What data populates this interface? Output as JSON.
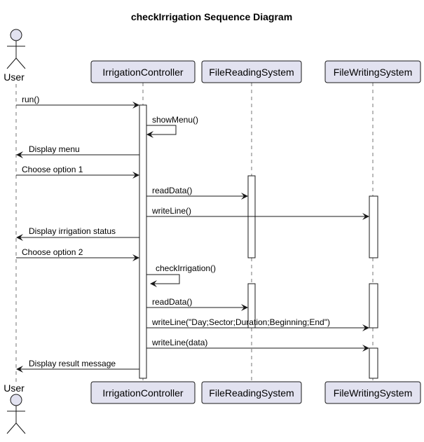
{
  "diagram": {
    "title": "checkIrrigation Sequence Diagram",
    "actor_label": "User",
    "participants": [
      {
        "id": "controller",
        "label": "IrrigationController"
      },
      {
        "id": "reader",
        "label": "FileReadingSystem"
      },
      {
        "id": "writer",
        "label": "FileWritingSystem"
      }
    ],
    "messages": [
      {
        "from": "user",
        "to": "controller",
        "label": "run()"
      },
      {
        "from": "controller",
        "to": "controller",
        "label": "showMenu()"
      },
      {
        "from": "controller",
        "to": "user",
        "label": "Display menu"
      },
      {
        "from": "user",
        "to": "controller",
        "label": "Choose option 1"
      },
      {
        "from": "controller",
        "to": "reader",
        "label": "readData()"
      },
      {
        "from": "controller",
        "to": "writer",
        "label": "writeLine()"
      },
      {
        "from": "controller",
        "to": "user",
        "label": "Display irrigation status"
      },
      {
        "from": "user",
        "to": "controller",
        "label": "Choose option 2"
      },
      {
        "from": "controller",
        "to": "controller",
        "label": "checkIrrigation()"
      },
      {
        "from": "controller",
        "to": "reader",
        "label": "readData()"
      },
      {
        "from": "controller",
        "to": "writer",
        "label": "writeLine(\"Day;Sector;Duration;Beginning;End\")"
      },
      {
        "from": "controller",
        "to": "writer",
        "label": "writeLine(data)"
      },
      {
        "from": "controller",
        "to": "user",
        "label": "Display result message"
      }
    ],
    "colors": {
      "participant_fill": "#e2e2f0",
      "participant_border": "#181818",
      "actor_fill": "#e2e2f0",
      "line": "#181818",
      "activation_fill": "#ffffff"
    }
  }
}
